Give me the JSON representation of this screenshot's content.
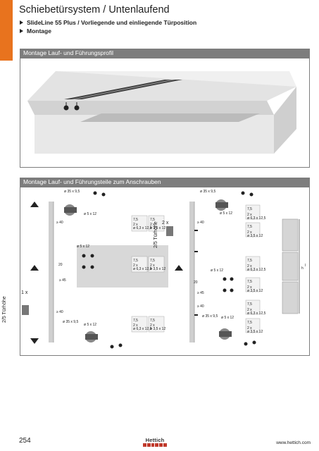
{
  "header": {
    "title": "Schiebetürsystem / Untenlaufend",
    "subtitle_items": [
      "SlideLine 55 Plus / Vorliegende und einliegende Türposition",
      "Montage"
    ]
  },
  "colors": {
    "accent": "#e8731e",
    "panel_header": "#7d7d7d",
    "brand_red": "#c0392b"
  },
  "panels": {
    "profile": {
      "title": "Montage Lauf- und Führungsprofil"
    },
    "parts": {
      "title": "Montage Lauf- und Führungsteile zum Anschrauben",
      "labels": {
        "dia_35x95": "ø 35 x 9,5",
        "dia_5x12": "ø 5 x 12",
        "min40": "≥ 40",
        "min45": "≥ 45",
        "dim20": "20",
        "count_1x": "1 x",
        "count_2x": "2 x",
        "door_height": "2/5 Türhöhe",
        "screw_a": "7,5",
        "screw_b": "2 x",
        "screw_c1": "ø 6,3 x 12,5",
        "screw_c2": "ø 3,5 x 12",
        "dim_h": "h",
        "dim_l": "l"
      }
    }
  },
  "footer": {
    "page_number": "254",
    "brand": "Hettich",
    "url": "www.hettich.com"
  }
}
